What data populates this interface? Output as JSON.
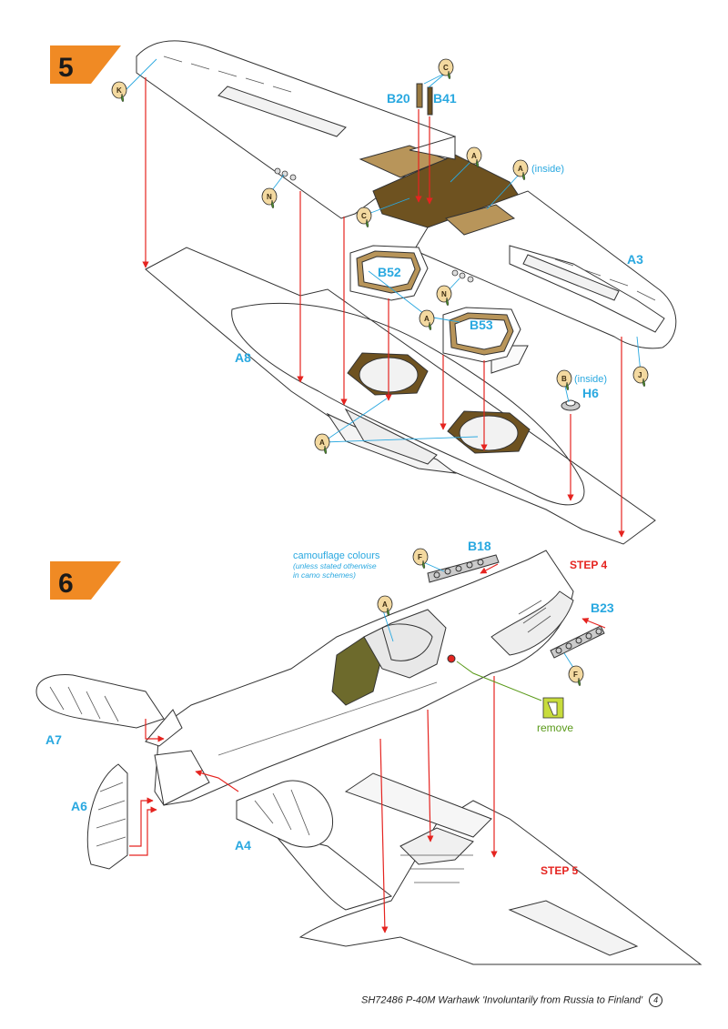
{
  "step5": {
    "number": "5",
    "parts": {
      "B20": "B20",
      "B41": "B41",
      "B52": "B52",
      "B53": "B53",
      "A3": "A3",
      "A8": "A8",
      "H6": "H6"
    },
    "notes": {
      "inside_a": "(inside)",
      "inside_b": "(inside)"
    },
    "glue_letters": [
      "C",
      "A",
      "A",
      "K",
      "N",
      "C",
      "N",
      "A",
      "B",
      "J",
      "A"
    ]
  },
  "step6": {
    "number": "6",
    "parts": {
      "B18": "B18",
      "B23": "B23",
      "A7": "A7",
      "A6": "A6",
      "A4": "A4"
    },
    "camo_note": {
      "line1": "camouflage colours",
      "line2": "(unless stated otherwise",
      "line3": "in camo schemes)"
    },
    "refs": {
      "step4": "STEP 4",
      "step5": "STEP 5"
    },
    "remove": "remove",
    "glue_letters": [
      "F",
      "A",
      "F"
    ]
  },
  "footer": {
    "text": "SH72486  P-40M Warhawk  'Involuntarily from Russia to Finland'",
    "page": "4"
  },
  "colors": {
    "step_badge": "#f08a24",
    "part_label": "#29a8e0",
    "arrow": "#e52420",
    "interior": "#b8955a",
    "interior_dark": "#6e5220",
    "olive": "#6d6a2c",
    "remove_green": "#c8dc3c"
  }
}
